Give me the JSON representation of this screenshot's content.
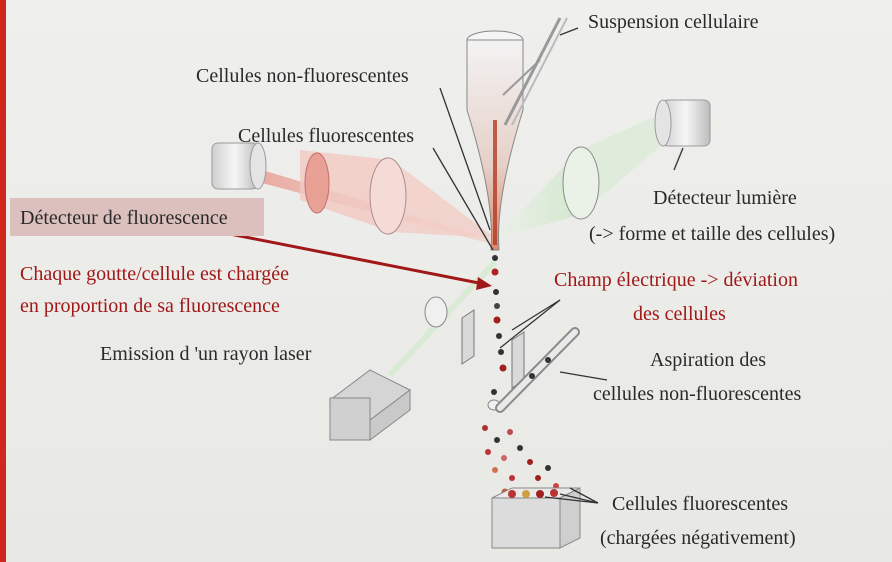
{
  "labels": {
    "suspension": "Suspension cellulaire",
    "non_fluo_cells": "Cellules non-fluorescentes",
    "fluo_cells_top": "Cellules fluorescentes",
    "fluo_detector": "Détecteur de fluorescence",
    "light_detector_1": "Détecteur lumière",
    "light_detector_2": "(-> forme et taille des cellules)",
    "charge_1": "Chaque goutte/cellule est chargée",
    "charge_2": "en proportion de sa fluorescence",
    "field_1": "Champ électrique -> déviation",
    "field_2": "des cellules",
    "laser": "Emission d 'un rayon laser",
    "aspiration_1": "Aspiration des",
    "aspiration_2": "cellules non-fluorescentes",
    "fluo_bottom_1": "Cellules fluorescentes",
    "fluo_bottom_2": "(chargées négativement)"
  },
  "colors": {
    "accent_red": "#a01818",
    "slide_edge": "#d0261c",
    "label_box": "#dcc0bd"
  }
}
